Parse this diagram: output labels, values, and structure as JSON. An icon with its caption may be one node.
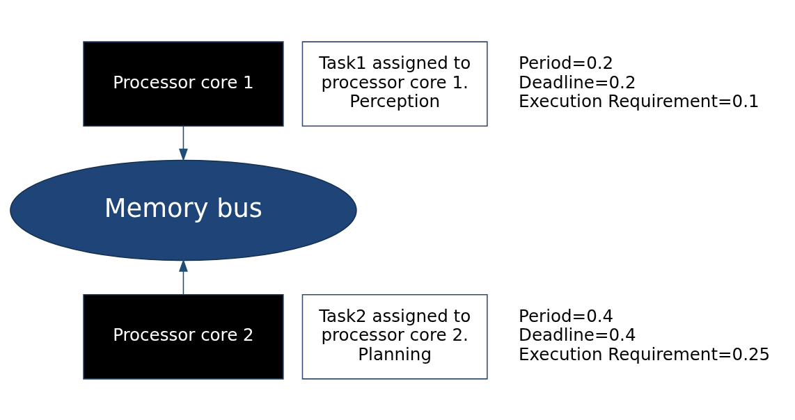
{
  "diagram": {
    "nodes": [
      {
        "text": [
          "Processor core 1"
        ]
      },
      {
        "text": [
          "Task1 assigned to processor core 1. Perception"
        ],
        "beside": [
          "Period=0.2",
          "Deadline=0.2",
          "Execution Requirement=0.1"
        ]
      },
      {
        "text": [
          "Memory bus"
        ]
      },
      {
        "text": [
          "Processor core 2"
        ]
      },
      {
        "text": [
          "Task2 assigned to processor core 2. Planning"
        ],
        "beside": [
          "Period=0.4",
          "Deadline=0.4",
          "Execution Requirement=0.25"
        ]
      }
    ],
    "edges": [
      {
        "from": 0,
        "to": 2,
        "arrow": "to"
      },
      {
        "from": 3,
        "to": 2,
        "arrow": "to"
      }
    ]
  }
}
